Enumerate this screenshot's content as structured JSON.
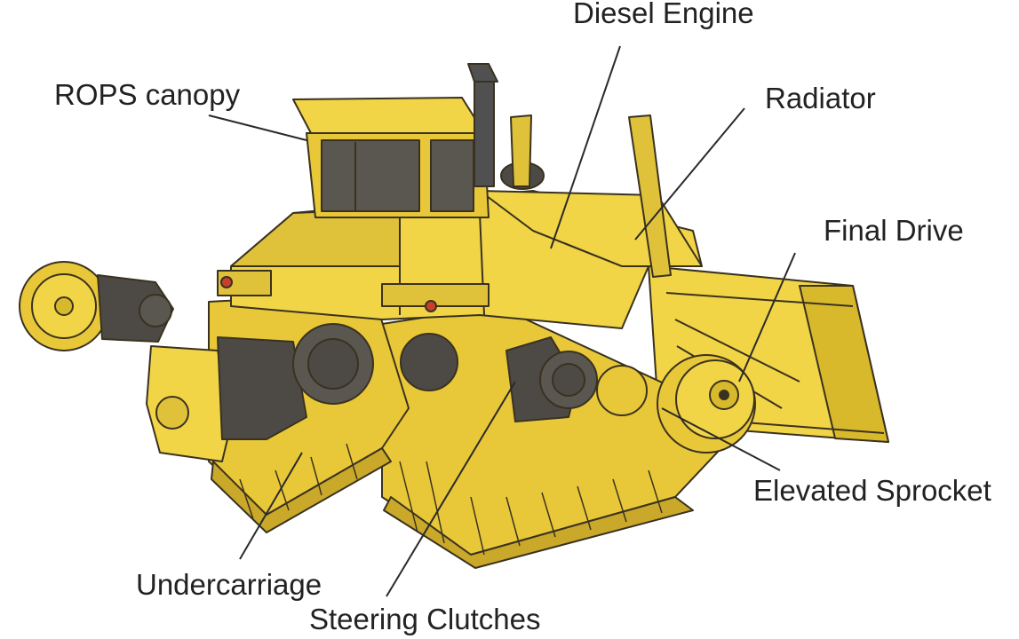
{
  "labels": {
    "rops_canopy": "ROPS canopy",
    "diesel_engine": "Diesel Engine",
    "radiator": "Radiator",
    "final_drive": "Final Drive",
    "elevated_sprocket": "Elevated Sprocket",
    "undercarriage": "Undercarriage",
    "steering_clutches": "Steering Clutches"
  },
  "colors": {
    "body_yellow": "#f1d546",
    "shade_yellow": "#d9b92c",
    "outline": "#3a3220",
    "glass": "#5a5650",
    "dark_metal": "#4d4a46",
    "exhaust": "#505050",
    "leader_line": "#2a2a2a",
    "label_text": "#222222"
  }
}
